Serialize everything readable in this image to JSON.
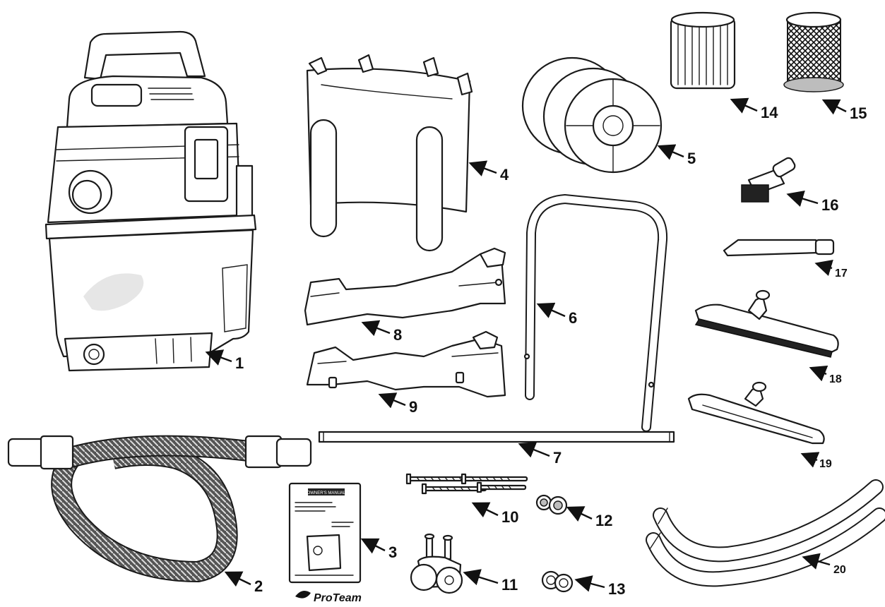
{
  "parts": [
    {
      "id": "1"
    },
    {
      "id": "2"
    },
    {
      "id": "3"
    },
    {
      "id": "4"
    },
    {
      "id": "5"
    },
    {
      "id": "6"
    },
    {
      "id": "7"
    },
    {
      "id": "8"
    },
    {
      "id": "9"
    },
    {
      "id": "10"
    },
    {
      "id": "11"
    },
    {
      "id": "12"
    },
    {
      "id": "13"
    },
    {
      "id": "14"
    },
    {
      "id": "15"
    },
    {
      "id": "16"
    },
    {
      "id": "17"
    },
    {
      "id": "18"
    },
    {
      "id": "19"
    },
    {
      "id": "20"
    }
  ],
  "manual": {
    "header": "OWNER'S MANUAL",
    "brand": "ProTeam"
  },
  "colors": {
    "line": "#1a1a1a",
    "background": "#ffffff"
  }
}
